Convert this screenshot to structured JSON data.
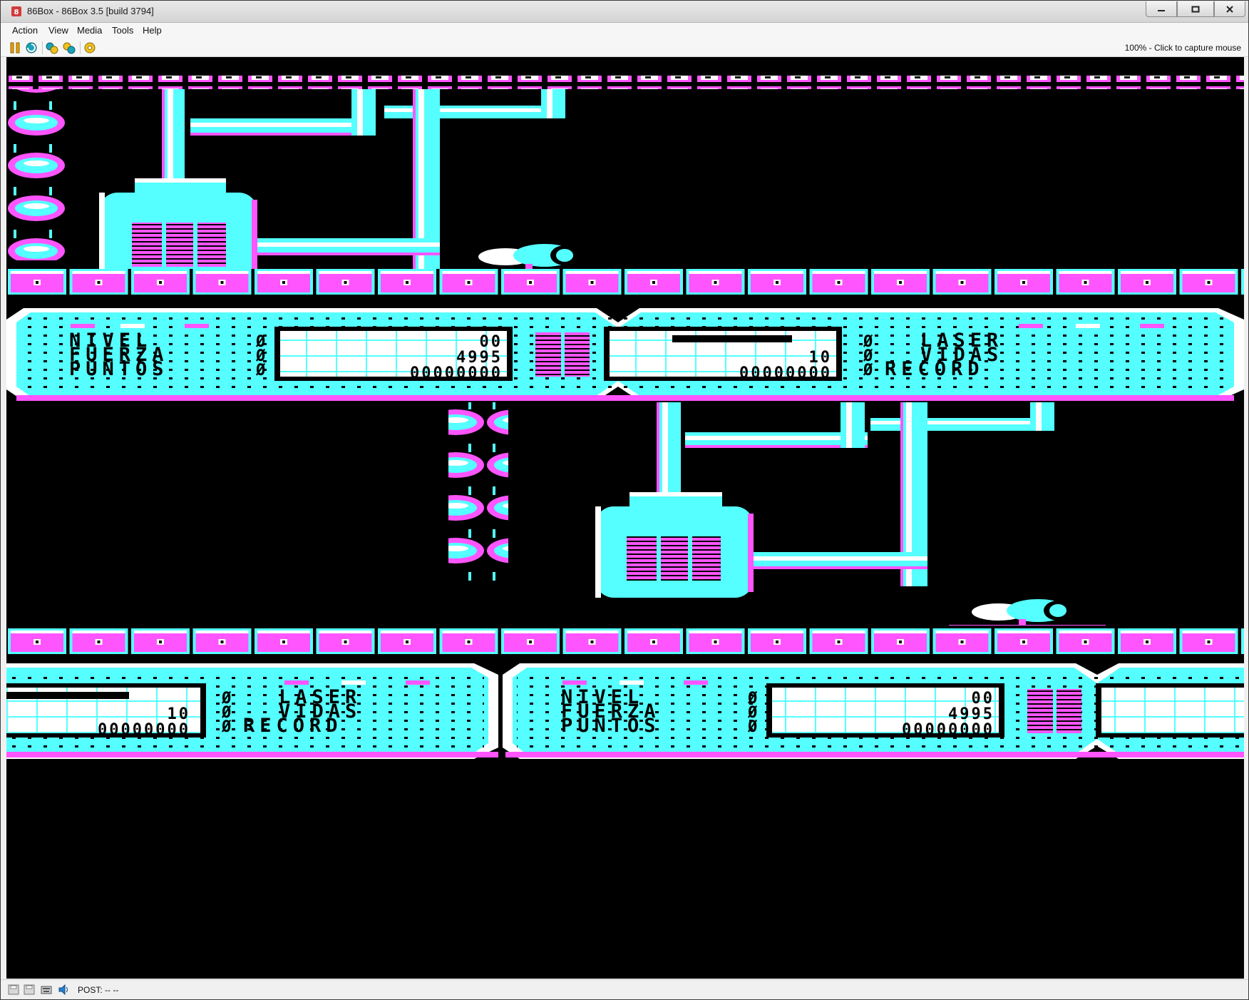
{
  "window": {
    "title": "86Box - 86Box 3.5 [build 3794]"
  },
  "menu": {
    "items": [
      "Action",
      "View",
      "Media",
      "Tools",
      "Help"
    ]
  },
  "toolbar": {
    "icons": [
      "pause-icon",
      "reset-icon",
      "ctrl-alt-del-icon",
      "ctrl-alt-esc-icon",
      "settings-icon"
    ],
    "capture_status": "100% - Click to capture mouse"
  },
  "statusbar": {
    "icons": [
      "floppy-icon",
      "floppy-icon",
      "keyboard-icon",
      "sound-icon"
    ],
    "post": "POST: -- --"
  },
  "game": {
    "panel_a": {
      "labels": [
        "NIVEL",
        "FUERZA",
        "PUNTOS"
      ],
      "markers": [
        "Ø",
        "Ø",
        "Ø"
      ],
      "values": [
        "00",
        "4995",
        "00000000"
      ]
    },
    "panel_b": {
      "labels": [
        "LASER",
        "VIDAS",
        "RECORD"
      ],
      "markers": [
        "Ø",
        "Ø",
        "Ø"
      ],
      "values": [
        "",
        "10",
        "00000000"
      ]
    },
    "colors": {
      "cyan": "#55ffff",
      "magenta": "#ff55ff",
      "white": "#ffffff",
      "black": "#000000"
    }
  }
}
